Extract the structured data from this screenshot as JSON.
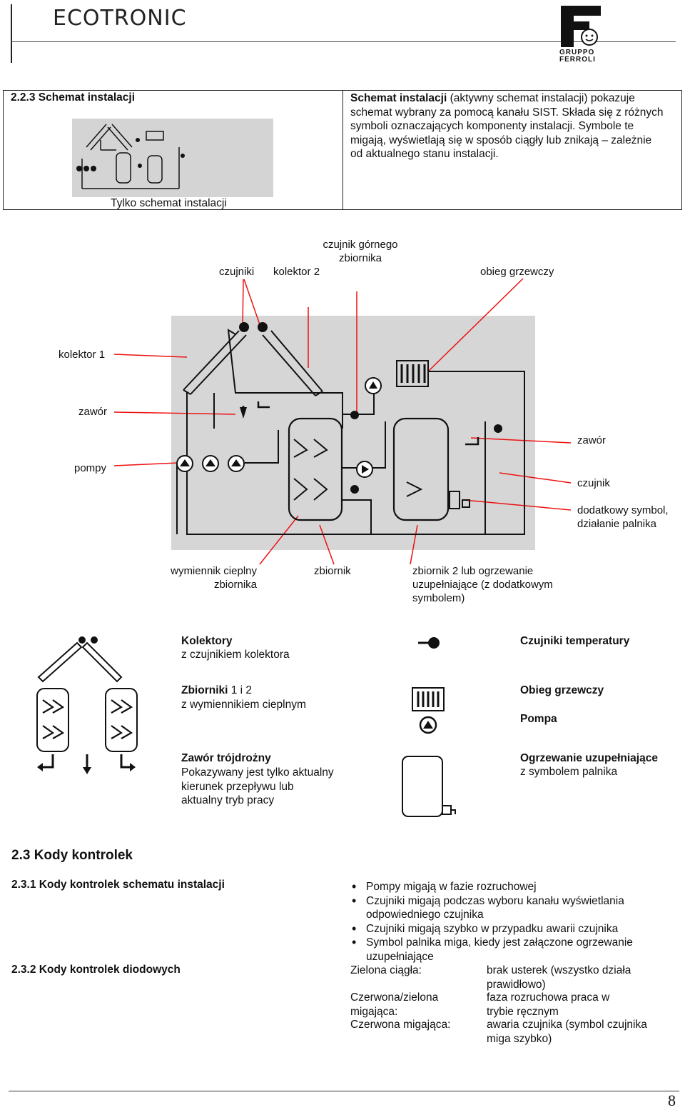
{
  "header": {
    "brand": "ECOTRONIC",
    "logo_letter": "F",
    "logo_line1": "GRUPPO",
    "logo_line2": "FERROLI"
  },
  "section": {
    "number_title": "2.2.3 Schemat instalacji",
    "thumb_caption": "Tylko schemat instalacji",
    "desc_bold": "Schemat instalacji",
    "desc_rest": " (aktywny schemat instalacji) pokazuje schemat wybrany za pomocą kanału SIST. Składa się z różnych symboli oznaczających komponenty instalacji. Symbole te migają, wyświetlają się w sposób ciągły lub znikają – zależnie od aktualnego stanu instalacji."
  },
  "diagram_labels": {
    "top_sensor": "czujnik górnego zbiornika",
    "sensors": "czujniki",
    "collector2": "kolektor 2",
    "heating_circuit": "obieg grzewczy",
    "collector1": "kolektor 1",
    "valve_left": "zawór",
    "pumps": "pompy",
    "valve_right": "zawór",
    "sensor_right": "czujnik",
    "extra_symbol": "dodatkowy symbol, działanie palnika",
    "heat_exchanger": "wymiennik cieplny zbiornika",
    "tank": "zbiornik",
    "tank2": "zbiornik 2 lub ogrzewanie uzupełniające (z dodatkowym symbolem)"
  },
  "legend": {
    "collectors_title": "Kolektory",
    "collectors_sub": "z czujnikiem kolektora",
    "sensors_title": "Czujniki temperatury",
    "tanks_title": "Zbiorniki",
    "tanks_title_rest": " 1 i 2",
    "tanks_sub": "z wymiennikiem cieplnym",
    "heating_title": "Obieg grzewczy",
    "pump_title": "Pompa",
    "valve_title": "Zawór trójdrożny",
    "valve_sub": "Pokazywany jest tylko aktualny kierunek przepływu lub aktualny tryb pracy",
    "aux_title": "Ogrzewanie uzupełniające",
    "aux_sub": "z symbolem palnika"
  },
  "codes": {
    "heading": "2.3 Kody kontrolek",
    "sub1": "2.3.1 Kody kontrolek schematu instalacji",
    "bullets": [
      "Pompy migają w fazie rozruchowej",
      "Czujniki migają podczas wyboru kanału wyświetlania odpowiedniego czujnika",
      "Czujniki migają szybko w przypadku awarii czujnika",
      "Symbol palnika miga, kiedy jest załączone ogrzewanie uzupełniające"
    ],
    "sub2": "2.3.2 Kody kontrolek diodowych",
    "led": [
      {
        "key": "Zielona ciągła:",
        "val": "brak usterek (wszystko działa prawidłowo)"
      },
      {
        "key": "Czerwona/zielona migająca:",
        "val": "faza rozruchowa praca w trybie ręcznym"
      },
      {
        "key": "Czerwona migająca:",
        "val": "awaria czujnika (symbol czujnika miga szybko)"
      }
    ]
  },
  "footer": {
    "page_number": "8"
  }
}
